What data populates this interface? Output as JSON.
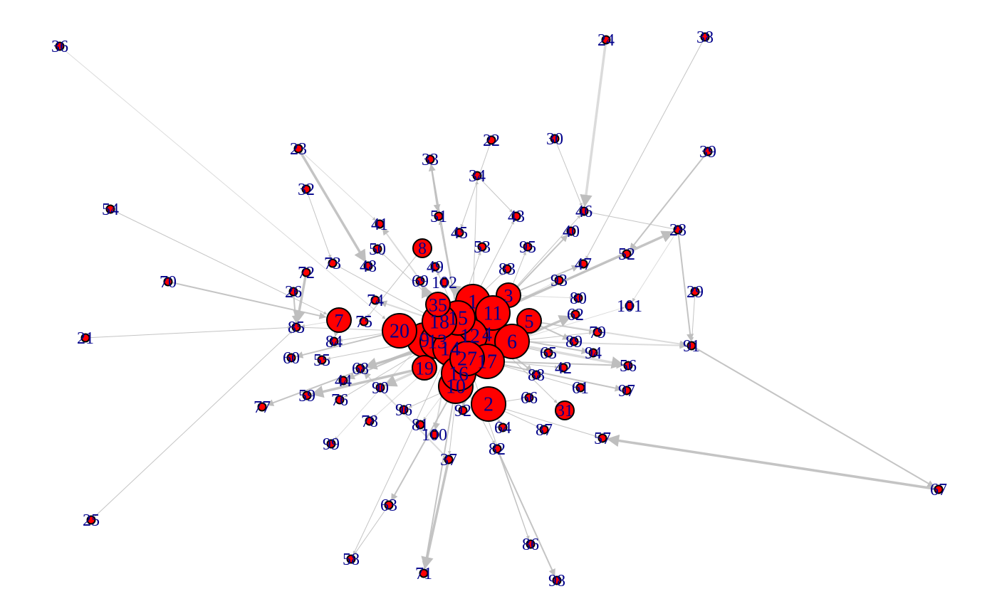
{
  "diagram": {
    "type": "network-graph",
    "colors": {
      "node_fill": "#ff0000",
      "node_stroke": "#000000",
      "edge": "#bebebe",
      "label": "#00008b",
      "background": "#ffffff"
    },
    "nodes": [
      {
        "id": "1",
        "size": "large"
      },
      {
        "id": "2",
        "size": "large"
      },
      {
        "id": "3",
        "size": "medium"
      },
      {
        "id": "4",
        "size": "large"
      },
      {
        "id": "5",
        "size": "medium"
      },
      {
        "id": "6",
        "size": "large"
      },
      {
        "id": "7",
        "size": "medium"
      },
      {
        "id": "8",
        "size": "small-medium"
      },
      {
        "id": "9",
        "size": "large"
      },
      {
        "id": "10",
        "size": "large"
      },
      {
        "id": "11",
        "size": "large"
      },
      {
        "id": "12",
        "size": "large"
      },
      {
        "id": "13",
        "size": "large"
      },
      {
        "id": "14",
        "size": "large"
      },
      {
        "id": "15",
        "size": "large"
      },
      {
        "id": "16",
        "size": "large"
      },
      {
        "id": "17",
        "size": "large"
      },
      {
        "id": "18",
        "size": "large"
      },
      {
        "id": "19",
        "size": "medium"
      },
      {
        "id": "20",
        "size": "large"
      },
      {
        "id": "21",
        "size": "small"
      },
      {
        "id": "22",
        "size": "small"
      },
      {
        "id": "23",
        "size": "small"
      },
      {
        "id": "24",
        "size": "small"
      },
      {
        "id": "25",
        "size": "small"
      },
      {
        "id": "26",
        "size": "small"
      },
      {
        "id": "27",
        "size": "large"
      },
      {
        "id": "28",
        "size": "small"
      },
      {
        "id": "29",
        "size": "small"
      },
      {
        "id": "30",
        "size": "small"
      },
      {
        "id": "31",
        "size": "small-medium"
      },
      {
        "id": "32",
        "size": "small"
      },
      {
        "id": "33",
        "size": "small"
      },
      {
        "id": "34",
        "size": "small"
      },
      {
        "id": "35",
        "size": "medium"
      },
      {
        "id": "36",
        "size": "small"
      },
      {
        "id": "37",
        "size": "small"
      },
      {
        "id": "38",
        "size": "small"
      },
      {
        "id": "39",
        "size": "small"
      },
      {
        "id": "40",
        "size": "small"
      },
      {
        "id": "41",
        "size": "small"
      },
      {
        "id": "42",
        "size": "small"
      },
      {
        "id": "43",
        "size": "small"
      },
      {
        "id": "44",
        "size": "small"
      },
      {
        "id": "45",
        "size": "small"
      },
      {
        "id": "46",
        "size": "small"
      },
      {
        "id": "47",
        "size": "small"
      },
      {
        "id": "48",
        "size": "small"
      },
      {
        "id": "49",
        "size": "small"
      },
      {
        "id": "50",
        "size": "small"
      },
      {
        "id": "51",
        "size": "small"
      },
      {
        "id": "52",
        "size": "small"
      },
      {
        "id": "53",
        "size": "small"
      },
      {
        "id": "54",
        "size": "small"
      },
      {
        "id": "55",
        "size": "small"
      },
      {
        "id": "56",
        "size": "small"
      },
      {
        "id": "57",
        "size": "small"
      },
      {
        "id": "58",
        "size": "small"
      },
      {
        "id": "59",
        "size": "small"
      },
      {
        "id": "60",
        "size": "small"
      },
      {
        "id": "61",
        "size": "small"
      },
      {
        "id": "62",
        "size": "small"
      },
      {
        "id": "63",
        "size": "small"
      },
      {
        "id": "64",
        "size": "small"
      },
      {
        "id": "65",
        "size": "small"
      },
      {
        "id": "66",
        "size": "small"
      },
      {
        "id": "67",
        "size": "small"
      },
      {
        "id": "68",
        "size": "small"
      },
      {
        "id": "69",
        "size": "small"
      },
      {
        "id": "70",
        "size": "small"
      },
      {
        "id": "71",
        "size": "small"
      },
      {
        "id": "72",
        "size": "small"
      },
      {
        "id": "73",
        "size": "small"
      },
      {
        "id": "74",
        "size": "small"
      },
      {
        "id": "75",
        "size": "small"
      },
      {
        "id": "76",
        "size": "small"
      },
      {
        "id": "77",
        "size": "small"
      },
      {
        "id": "78",
        "size": "small"
      },
      {
        "id": "79",
        "size": "small"
      },
      {
        "id": "80",
        "size": "small"
      },
      {
        "id": "81",
        "size": "small"
      },
      {
        "id": "82",
        "size": "small"
      },
      {
        "id": "83",
        "size": "small"
      },
      {
        "id": "84",
        "size": "small"
      },
      {
        "id": "85",
        "size": "small"
      },
      {
        "id": "86",
        "size": "small"
      },
      {
        "id": "87",
        "size": "small"
      },
      {
        "id": "88",
        "size": "small"
      },
      {
        "id": "89",
        "size": "small"
      },
      {
        "id": "90",
        "size": "small"
      },
      {
        "id": "91",
        "size": "small"
      },
      {
        "id": "92",
        "size": "small"
      },
      {
        "id": "93",
        "size": "small"
      },
      {
        "id": "94",
        "size": "small"
      },
      {
        "id": "95",
        "size": "small"
      },
      {
        "id": "96",
        "size": "small"
      },
      {
        "id": "97",
        "size": "small"
      },
      {
        "id": "98",
        "size": "small"
      },
      {
        "id": "99",
        "size": "small"
      },
      {
        "id": "100",
        "size": "small"
      },
      {
        "id": "101",
        "size": "small"
      },
      {
        "id": "102",
        "size": "small"
      }
    ],
    "edges": [
      [
        "24",
        "46"
      ],
      [
        "30",
        "46"
      ],
      [
        "34",
        "43"
      ],
      [
        "28",
        "91"
      ],
      [
        "28",
        "46"
      ],
      [
        "28",
        "101"
      ],
      [
        "91",
        "67"
      ],
      [
        "67",
        "57"
      ],
      [
        "54",
        "7"
      ],
      [
        "70",
        "7"
      ],
      [
        "7",
        "85"
      ],
      [
        "63",
        "58"
      ],
      [
        "82",
        "98"
      ],
      [
        "82",
        "86"
      ],
      [
        "37",
        "71"
      ],
      [
        "37",
        "68"
      ],
      [
        "25",
        "85"
      ],
      [
        "38",
        "47"
      ],
      [
        "39",
        "52"
      ],
      [
        "21",
        "85"
      ],
      [
        "23",
        "41"
      ],
      [
        "23",
        "48"
      ],
      [
        "32",
        "73"
      ],
      [
        "22",
        "45"
      ],
      [
        "33",
        "51"
      ],
      [
        "36",
        "20"
      ],
      [
        "29",
        "91"
      ],
      [
        "26",
        "85"
      ],
      [
        "72",
        "85"
      ],
      [
        "5",
        "79"
      ],
      [
        "6",
        "91"
      ],
      [
        "11",
        "46"
      ],
      [
        "1",
        "43"
      ],
      [
        "3",
        "47"
      ],
      [
        "9",
        "52"
      ],
      [
        "12",
        "56"
      ],
      [
        "17",
        "97"
      ],
      [
        "2",
        "57"
      ],
      [
        "2",
        "87"
      ],
      [
        "10",
        "63"
      ],
      [
        "14",
        "78"
      ],
      [
        "16",
        "82"
      ],
      [
        "27",
        "92"
      ],
      [
        "13",
        "76"
      ],
      [
        "20",
        "84"
      ],
      [
        "18",
        "74"
      ],
      [
        "15",
        "51"
      ],
      [
        "35",
        "50"
      ],
      [
        "4",
        "88"
      ],
      [
        "19",
        "59"
      ],
      [
        "9",
        "99"
      ],
      [
        "13",
        "77"
      ],
      [
        "2",
        "64"
      ],
      [
        "16",
        "37"
      ],
      [
        "20",
        "60"
      ],
      [
        "11",
        "93"
      ],
      [
        "6",
        "62"
      ],
      [
        "4",
        "94"
      ],
      [
        "12",
        "65"
      ],
      [
        "17",
        "61"
      ],
      [
        "14",
        "100"
      ],
      [
        "10",
        "96"
      ],
      [
        "15",
        "49"
      ],
      [
        "18",
        "69"
      ],
      [
        "1",
        "83"
      ],
      [
        "3",
        "80"
      ],
      [
        "5",
        "89"
      ],
      [
        "27",
        "42"
      ],
      [
        "9",
        "55"
      ],
      [
        "13",
        "44"
      ],
      [
        "19",
        "90"
      ],
      [
        "8",
        "75"
      ],
      [
        "7",
        "84"
      ],
      [
        "20",
        "85"
      ],
      [
        "18",
        "73"
      ],
      [
        "35",
        "41"
      ],
      [
        "15",
        "53"
      ],
      [
        "1",
        "102"
      ],
      [
        "11",
        "40"
      ],
      [
        "3",
        "95"
      ],
      [
        "6",
        "101"
      ],
      [
        "17",
        "56"
      ],
      [
        "2",
        "66"
      ],
      [
        "4",
        "31"
      ],
      [
        "12",
        "68"
      ],
      [
        "16",
        "81"
      ],
      [
        "14",
        "58"
      ],
      [
        "10",
        "71"
      ],
      [
        "27",
        "86"
      ],
      [
        "6",
        "79"
      ],
      [
        "5",
        "91"
      ],
      [
        "11",
        "28"
      ],
      [
        "1",
        "34"
      ],
      [
        "15",
        "33"
      ]
    ]
  }
}
